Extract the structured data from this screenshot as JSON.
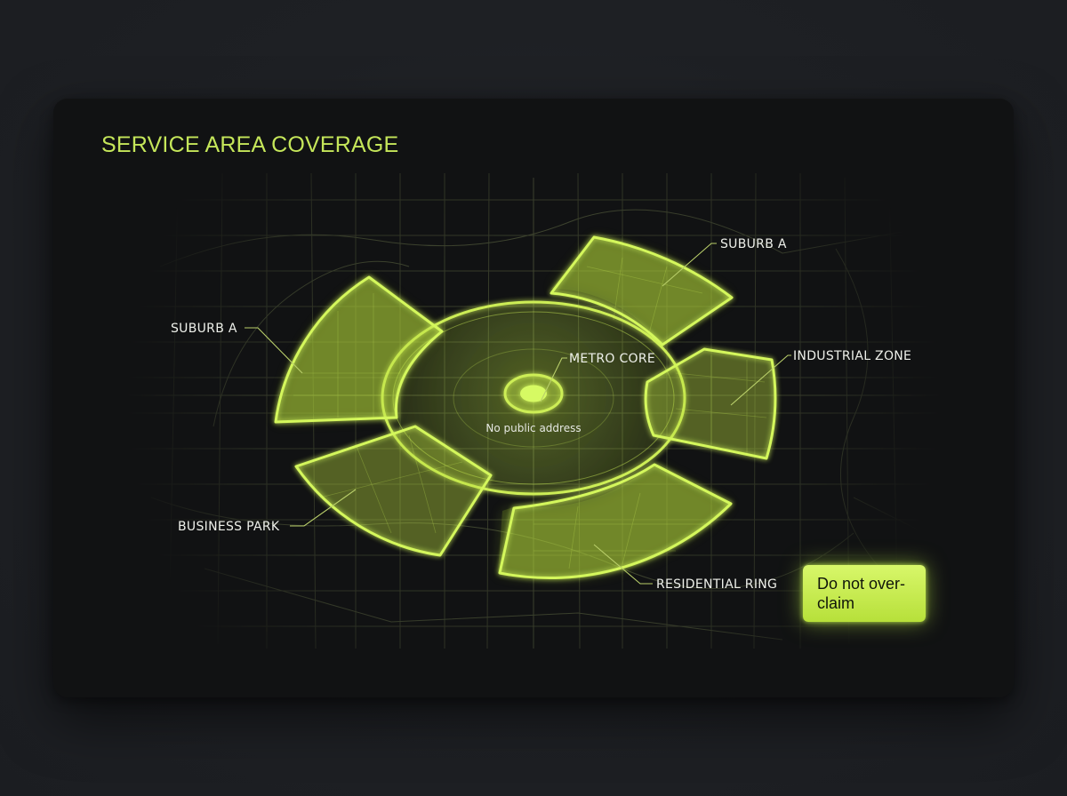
{
  "title": "SERVICE AREA COVERAGE",
  "zones": {
    "suburb_a_north": "SUBURB A",
    "suburb_a_west": "SUBURB A",
    "metro_core": "METRO CORE",
    "industrial_zone": "INDUSTRIAL ZONE",
    "business_park": "BUSINESS PARK",
    "residential_ring": "RESIDENTIAL RING"
  },
  "center_note": "No public address",
  "cta": {
    "label": "Do not over-claim"
  },
  "colors": {
    "accent": "#c5e65a",
    "zone_stroke": "#d4f75c",
    "zone_fill": "#b9e040",
    "card_bg": "#111213",
    "page_bg": "#1e2024"
  },
  "icons": {
    "center_marker": "location-dot-icon"
  }
}
